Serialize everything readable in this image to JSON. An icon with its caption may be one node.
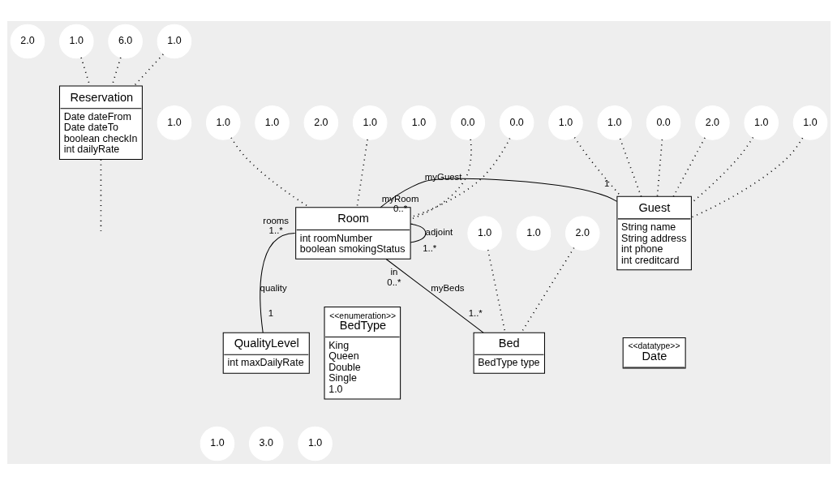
{
  "diagram": {
    "nodes": [
      {
        "text": [
          "Reservation",
          "Date dateFrom",
          "Date dateTo",
          "boolean checkIn",
          "int dailyRate"
        ]
      },
      {
        "text": [
          "Room",
          "int roomNumber",
          "boolean smokingStatus"
        ]
      },
      {
        "text": [
          "Guest",
          "String name",
          "String address",
          "int phone",
          "int creditcard"
        ]
      },
      {
        "text": [
          "QualityLevel",
          "int maxDailyRate"
        ]
      },
      {
        "text": [
          "Bed",
          "BedType type"
        ]
      },
      {
        "text": [
          "<<enumeration>>",
          "BedType",
          "King",
          "Queen",
          "Double",
          "Single",
          "1.0"
        ]
      },
      {
        "text": [
          "<<datatype>>",
          "Date"
        ]
      },
      {
        "text": [
          "2.0"
        ]
      },
      {
        "text": [
          "1.0"
        ]
      },
      {
        "text": [
          "6.0"
        ]
      },
      {
        "text": [
          "1.0"
        ]
      },
      {
        "text": [
          "1.0"
        ]
      },
      {
        "text": [
          "2.0"
        ]
      },
      {
        "text": [
          "1.0"
        ]
      },
      {
        "text": [
          "1.0"
        ]
      },
      {
        "text": [
          "0.0"
        ]
      },
      {
        "text": [
          "1.0"
        ]
      },
      {
        "text": [
          "3.0"
        ]
      },
      {
        "text": [
          "1.0"
        ]
      },
      {
        "text": [
          "0.0"
        ]
      },
      {
        "text": [
          "1.0"
        ]
      },
      {
        "text": [
          "1.0"
        ]
      },
      {
        "text": [
          "0.0"
        ]
      },
      {
        "text": [
          "2.0"
        ]
      },
      {
        "text": [
          "1.0"
        ]
      },
      {
        "text": [
          "1.0"
        ]
      },
      {
        "text": [
          "1.0"
        ]
      },
      {
        "text": [
          "1.0"
        ]
      },
      {
        "text": [
          "1.0"
        ]
      },
      {
        "text": [
          "2.0"
        ]
      },
      {
        "text": [
          "1.0"
        ]
      }
    ],
    "edges": [
      {
        "from": 1,
        "to": 3,
        "arrow": "none",
        "label": "quality"
      },
      {
        "from": 1,
        "to": 1,
        "arrow": "none",
        "label": "adjoint"
      },
      {
        "from": 1,
        "to": 4,
        "arrow": "none",
        "label": "myBeds"
      },
      {
        "from": 1,
        "to": 2,
        "arrow": "none",
        "label": "myGuest"
      },
      {
        "from": 0,
        "to": null,
        "arrow": "none",
        "style": "dashed"
      },
      {
        "from": 8,
        "to": 0,
        "arrow": "none",
        "style": "dashed"
      },
      {
        "from": 9,
        "to": 0,
        "arrow": "none",
        "style": "dashed"
      },
      {
        "from": 10,
        "to": 0,
        "arrow": "none",
        "style": "dashed"
      },
      {
        "from": 13,
        "to": 1,
        "arrow": "none",
        "style": "dashed"
      },
      {
        "from": 15,
        "to": 1,
        "arrow": "none",
        "style": "dashed"
      },
      {
        "from": 19,
        "to": 1,
        "arrow": "none",
        "style": "dashed"
      },
      {
        "from": 21,
        "to": 1,
        "arrow": "none",
        "style": "dashed"
      },
      {
        "from": 22,
        "to": 2,
        "arrow": "none",
        "style": "dashed"
      },
      {
        "from": 23,
        "to": 2,
        "arrow": "none",
        "style": "dashed"
      },
      {
        "from": 24,
        "to": 2,
        "arrow": "none",
        "style": "dashed"
      },
      {
        "from": 25,
        "to": 2,
        "arrow": "none",
        "style": "dashed"
      },
      {
        "from": 26,
        "to": 2,
        "arrow": "none",
        "style": "dashed"
      },
      {
        "from": 27,
        "to": 2,
        "arrow": "none",
        "style": "dashed"
      },
      {
        "from": 29,
        "to": 4,
        "arrow": "none",
        "style": "dashed"
      },
      {
        "from": 30,
        "to": 4,
        "arrow": "none",
        "style": "dashed"
      }
    ],
    "labels": [
      "rooms",
      "1..*",
      "1",
      "1..*",
      "in",
      "0..*",
      "1..*",
      "myRoom",
      "0..*",
      "1"
    ]
  }
}
